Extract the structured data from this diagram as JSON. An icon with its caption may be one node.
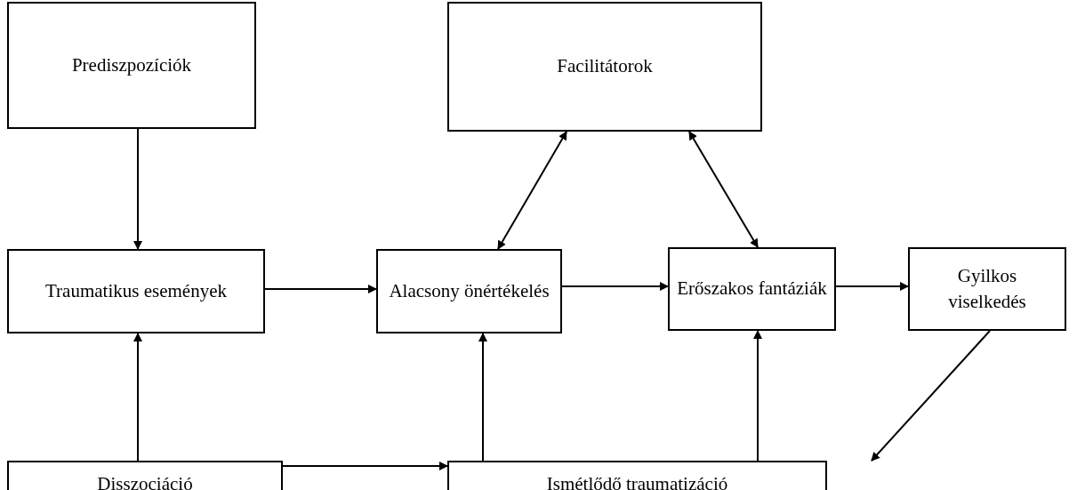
{
  "diagram": {
    "nodes": [
      {
        "text": [
          "Prediszpozíciók"
        ]
      },
      {
        "text": [
          "Facilitátorok"
        ]
      },
      {
        "text": [
          "Traumatikus események"
        ]
      },
      {
        "text": [
          "Alacsony önértékelés"
        ]
      },
      {
        "text": [
          "Erőszakos fantáziák"
        ]
      },
      {
        "text": [
          "Gyilkos viselkedés"
        ]
      },
      {
        "text": [
          "Disszociáció"
        ]
      },
      {
        "text": [
          "Ismétlődő traumatizáció"
        ]
      }
    ],
    "edges": [
      {
        "from": 0,
        "to": 2,
        "arrow": "to"
      },
      {
        "from": 3,
        "to": 1,
        "arrow": "both"
      },
      {
        "from": 1,
        "to": 4,
        "arrow": "both"
      },
      {
        "from": 2,
        "to": 3,
        "arrow": "to"
      },
      {
        "from": 3,
        "to": 4,
        "arrow": "to"
      },
      {
        "from": 4,
        "to": 5,
        "arrow": "to"
      },
      {
        "from": 6,
        "to": 2,
        "arrow": "to"
      },
      {
        "from": 7,
        "to": 3,
        "arrow": "to"
      },
      {
        "from": 7,
        "to": 4,
        "arrow": "to"
      },
      {
        "from": 5,
        "to": 7,
        "arrow": "to"
      },
      {
        "from": 6,
        "to": 7,
        "arrow": "to"
      }
    ]
  }
}
